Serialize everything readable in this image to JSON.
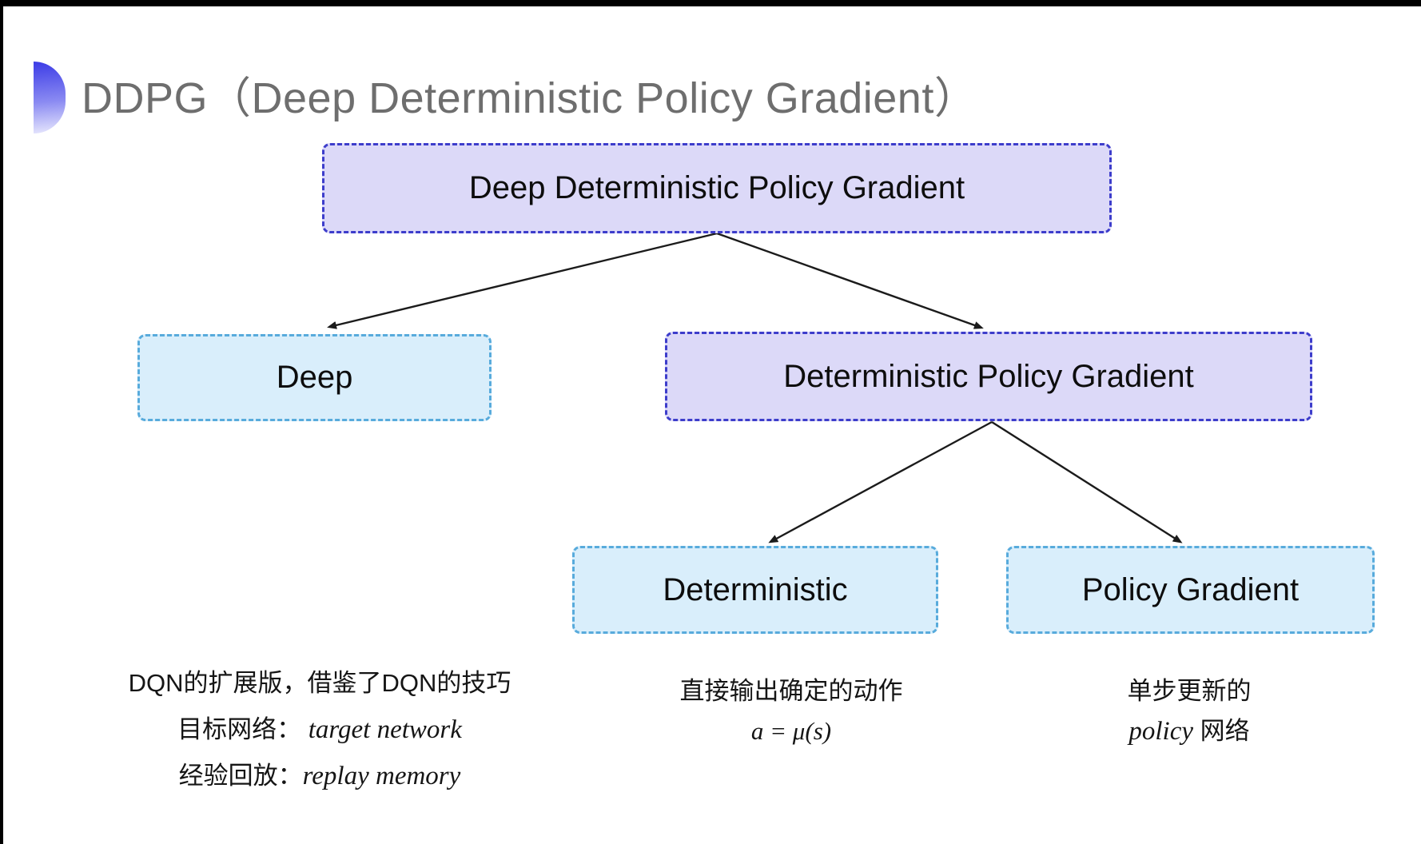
{
  "title": {
    "text": "DDPG（Deep Deterministic Policy Gradient）"
  },
  "tree": {
    "nodes": [
      {
        "id": "root",
        "label": "Deep Deterministic Policy Gradient",
        "style": "purple"
      },
      {
        "id": "deep",
        "label": "Deep",
        "style": "cyan"
      },
      {
        "id": "dpg",
        "label": "Deterministic Policy Gradient",
        "style": "purple"
      },
      {
        "id": "deterministic",
        "label": "Deterministic",
        "style": "cyan"
      },
      {
        "id": "policy-gradient",
        "label": "Policy Gradient",
        "style": "cyan"
      }
    ],
    "edges": [
      {
        "from": "root",
        "to": "deep"
      },
      {
        "from": "root",
        "to": "dpg"
      },
      {
        "from": "dpg",
        "to": "deterministic"
      },
      {
        "from": "dpg",
        "to": "policy-gradient"
      }
    ]
  },
  "notes": {
    "deep": {
      "line1": "DQN的扩展版，借鉴了DQN的技巧",
      "goal_label": "目标网络：",
      "goal_term": "target network",
      "replay_label": "经验回放：",
      "replay_term": "replay memory"
    },
    "deterministic": {
      "line1": "直接输出确定的动作",
      "formula": "a = μ(s)"
    },
    "policy_gradient": {
      "line1": "单步更新的",
      "term": "policy",
      "suffix": " 网络"
    }
  },
  "colors": {
    "purple_fill": "#dcd9f8",
    "purple_border": "#3d3dcb",
    "cyan_fill": "#d9eefb",
    "cyan_border": "#58abdc",
    "title_gray": "#6e6e6e",
    "icon_top": "#3c3ce6",
    "arrow": "#1b1b1b"
  }
}
